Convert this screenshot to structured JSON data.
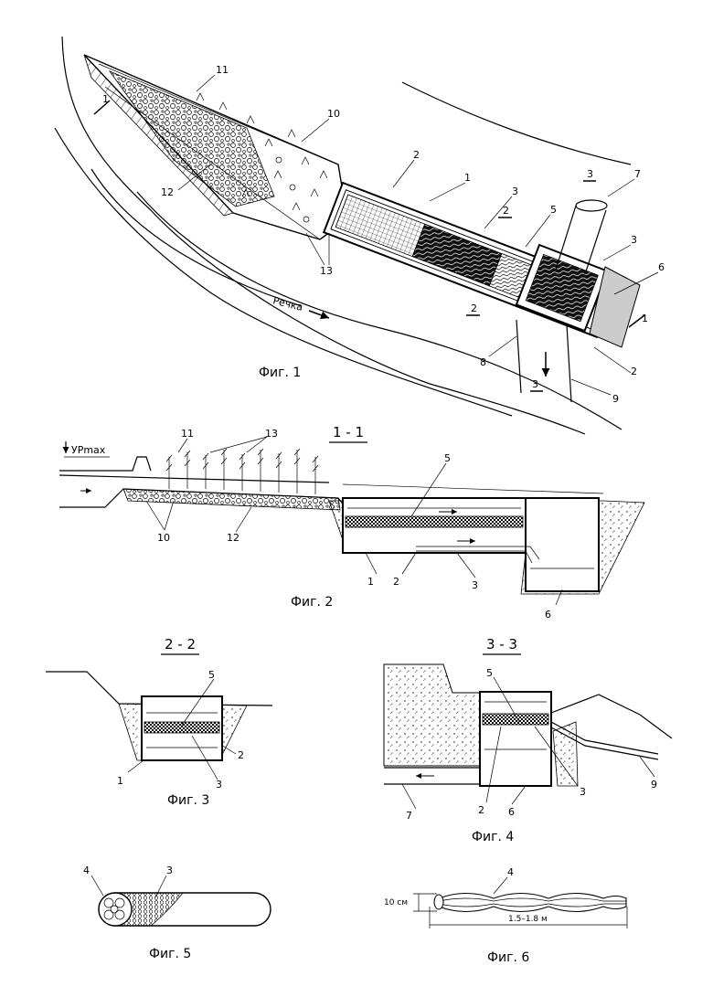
{
  "figures": {
    "fig1": {
      "caption": "Фиг. 1",
      "river_label": "Речка",
      "section_marks": [
        "1",
        "1",
        "2",
        "2",
        "3",
        "3"
      ],
      "callouts": [
        "1",
        "2",
        "3",
        "5",
        "3",
        "7",
        "6",
        "8",
        "2",
        "9",
        "10",
        "11",
        "12",
        "13"
      ]
    },
    "fig2": {
      "caption": "Фиг. 2",
      "section_title": "1 - 1",
      "level_label": "УРmax",
      "callouts": [
        "11",
        "13",
        "5",
        "10",
        "12",
        "1",
        "2",
        "3",
        "6"
      ]
    },
    "fig3": {
      "caption": "Фиг. 3",
      "section_title": "2 - 2",
      "callouts": [
        "5",
        "2",
        "1",
        "3"
      ]
    },
    "fig4": {
      "caption": "Фиг. 4",
      "section_title": "3 - 3",
      "callouts": [
        "5",
        "9",
        "3",
        "7",
        "2",
        "6"
      ]
    },
    "fig5": {
      "caption": "Фиг. 5",
      "callouts": [
        "4",
        "3"
      ]
    },
    "fig6": {
      "caption": "Фиг. 6",
      "callouts": [
        "4"
      ],
      "dim_diameter": "10 см",
      "dim_length": "1.5–1.8 м"
    }
  }
}
